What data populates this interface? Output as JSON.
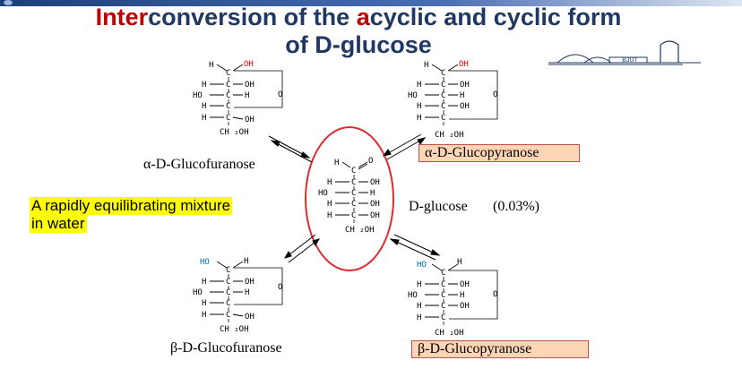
{
  "slide": {
    "title_line1_red": "Inter",
    "title_line1_navy_a": "conversion of the ",
    "title_line1_red_b": "a",
    "title_line1_navy_b": "cyclic and cyclic form",
    "title_line2": "of D-glucose"
  },
  "labels": {
    "alpha_furanose": "α-D-Glucofuranose",
    "alpha_pyranose": "α-D-Glucopyranose",
    "beta_furanose": "β-D-Glucofuranose",
    "beta_pyranose": "β-D-Glucopyranose",
    "d_glucose": "D-glucose",
    "d_glucose_pct": "(0.03%)"
  },
  "note": {
    "line1": "A rapidly equilibrating mixture",
    "line2": "in water"
  },
  "logo": {
    "text": "BJUT"
  },
  "colors": {
    "title_red": "#c00000",
    "title_navy": "#1f3864",
    "highlight_yellow": "#ffff00",
    "box_fill": "#fcd5b4",
    "ellipse_red": "#e0282f",
    "oh_red": "#ff0000",
    "ho_blue": "#0070c0"
  },
  "chem": {
    "H": "H",
    "OH": "OH",
    "HO": "HO",
    "C": "C",
    "O": "O",
    "CH2OH": "CH ₂OH"
  }
}
